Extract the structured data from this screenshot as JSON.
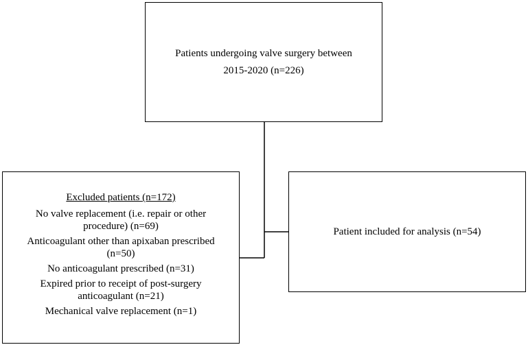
{
  "diagram": {
    "top_box": {
      "text": "Patients undergoing valve surgery between 2015-2020 (n=226)"
    },
    "excluded_box": {
      "heading": "Excluded patients (n=172)",
      "items": [
        "No valve replacement (i.e. repair or other procedure) (n=69)",
        "Anticoagulant other than apixaban prescribed (n=50)",
        "No anticoagulant prescribed (n=31)",
        "Expired prior to receipt of post-surgery anticoagulant (n=21)",
        "Mechanical valve replacement (n=1)"
      ]
    },
    "included_box": {
      "text": "Patient included for analysis (n=54)"
    },
    "colors": {
      "line": "#000000",
      "background": "#ffffff"
    }
  }
}
